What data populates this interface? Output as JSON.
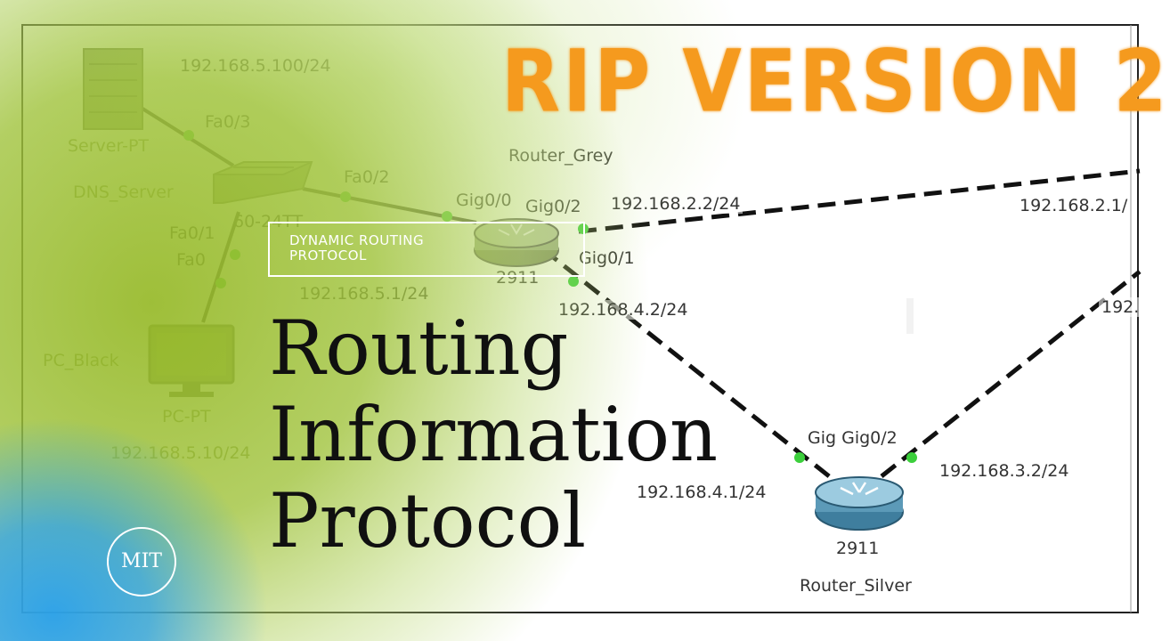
{
  "headline": "RIP VERSION 2",
  "badge": "DYNAMIC ROUTING\nPROTOCOL",
  "title": "Routing\nInformation\nProtocol",
  "logo": "MIT",
  "devices": {
    "server_type": "Server-PT",
    "server_name": "DNS_Server",
    "switch_model": "60-24TT",
    "pc_name": "PC_Black",
    "pc_type": "PC-PT",
    "router_grey_name": "Router_Grey",
    "router_grey_model": "2911",
    "router_silver_name": "Router_Silver",
    "router_silver_model": "2911"
  },
  "ports": {
    "switch_fa03": "Fa0/3",
    "switch_fa02": "Fa0/2",
    "switch_fa01": "Fa0/1",
    "pc_fa0": "Fa0",
    "grey_gig00": "Gig0/0",
    "grey_gig02": "Gig0/2",
    "grey_gig01": "Gig0/1",
    "silver_ports": "Gig Gig0/2"
  },
  "ips": {
    "server": "192.168.5.100/24",
    "grey_lan": "192.168.5.1/24",
    "pc": "192.168.5.10/24",
    "grey_g02": "192.168.2.2/24",
    "right_g2": "192.168.2.1/",
    "grey_g01": "192.168.4.2/24",
    "silver_g": "192.168.4.1/24",
    "silver_g02": "192.168.3.2/24",
    "right_g3": "192."
  },
  "colors": {
    "headline": "#f59a1e",
    "link_dot": "#3ccf3c",
    "frame": "#222222",
    "gradient_blue": "#29a0eb",
    "gradient_green": "#96b928"
  },
  "icons": [
    "server-icon",
    "switch-icon",
    "router-icon",
    "pc-icon"
  ]
}
